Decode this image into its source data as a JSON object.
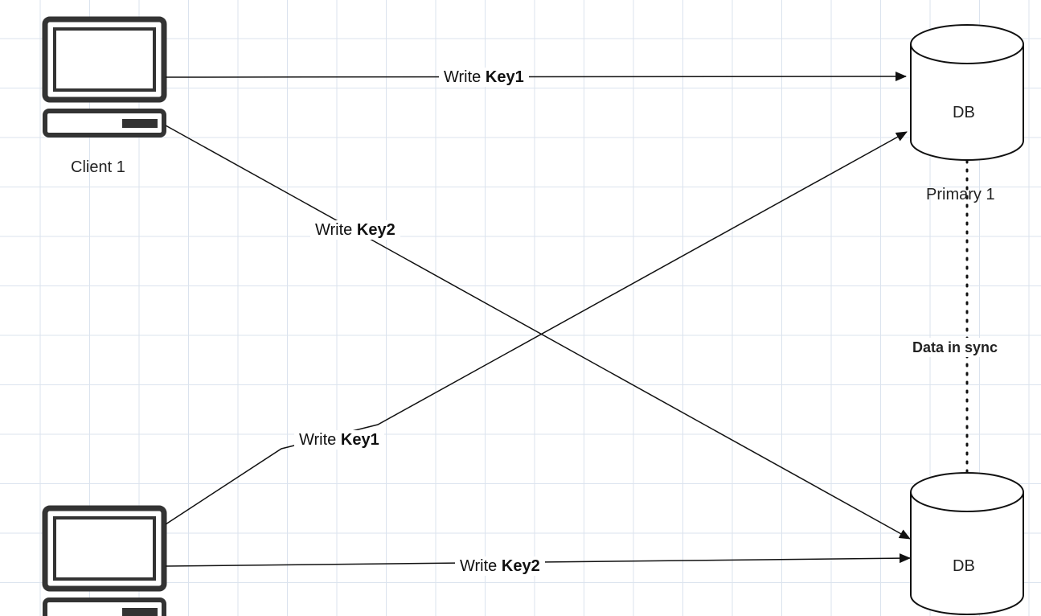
{
  "clients": [
    {
      "label": "Client 1"
    },
    {
      "label": ""
    }
  ],
  "databases": [
    {
      "text": "DB",
      "label": "Primary 1"
    },
    {
      "text": "DB",
      "label": ""
    }
  ],
  "sync_label": "Data in sync",
  "edges": {
    "c1_db1": {
      "prefix": "Write",
      "key": "Key1"
    },
    "c1_db2": {
      "prefix": "Write",
      "key": "Key2"
    },
    "c2_db1": {
      "prefix": "Write",
      "key": "Key1"
    },
    "c2_db2": {
      "prefix": "Write",
      "key": "Key2"
    }
  },
  "colors": {
    "line": "#111111",
    "grid": "#dbe3ee",
    "icon": "#333333"
  }
}
